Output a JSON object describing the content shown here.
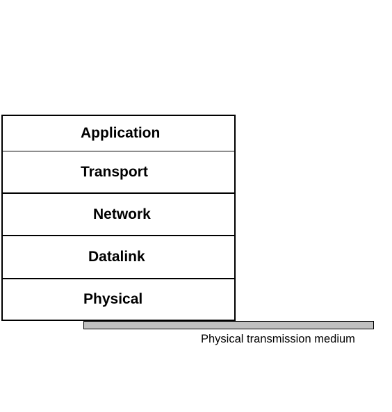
{
  "layers": [
    {
      "label": "Application"
    },
    {
      "label": "Transport"
    },
    {
      "label": "Network"
    },
    {
      "label": "Datalink"
    },
    {
      "label": "Physical"
    }
  ],
  "medium": {
    "label": "Physical transmission medium",
    "color": "#c0c0c0"
  }
}
